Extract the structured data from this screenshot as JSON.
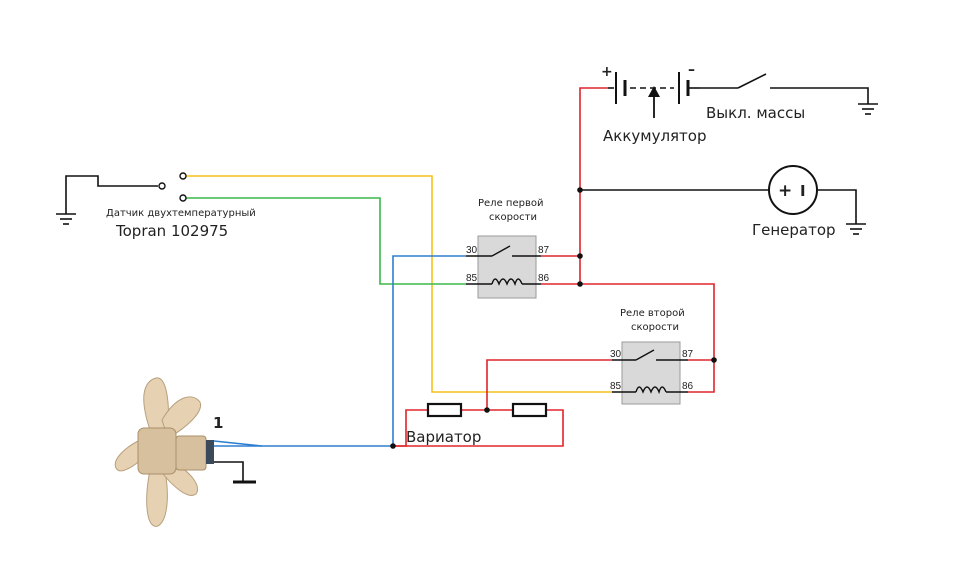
{
  "colors": {
    "red": "#e0252b",
    "yellow": "#f5c21a",
    "green": "#3cb84a",
    "blue": "#2f7fd1",
    "black": "#111111",
    "relay_fill": "#d9d9d9",
    "fan": "#e6d2b3"
  },
  "sensor": {
    "label": "Датчик двухтемпературный",
    "model": "Topran 102975"
  },
  "battery": {
    "label": "Аккумулятор"
  },
  "mass_switch": {
    "label": "Выкл. массы"
  },
  "generator": {
    "label": "Генератор"
  },
  "variator": {
    "label": "Вариатор"
  },
  "fan": {
    "pin_label": "1"
  },
  "relay1": {
    "title_line1": "Реле первой",
    "title_line2": "скорости",
    "pins": {
      "p30": "30",
      "p87": "87",
      "p85": "85",
      "p86": "86"
    }
  },
  "relay2": {
    "title_line1": "Реле второй",
    "title_line2": "скорости",
    "pins": {
      "p30": "30",
      "p87": "87",
      "p85": "85",
      "p86": "86"
    }
  },
  "battery_signs": {
    "plus": "+",
    "minus": "–"
  },
  "generator_signs": {
    "plus": "+",
    "minus": "I"
  }
}
